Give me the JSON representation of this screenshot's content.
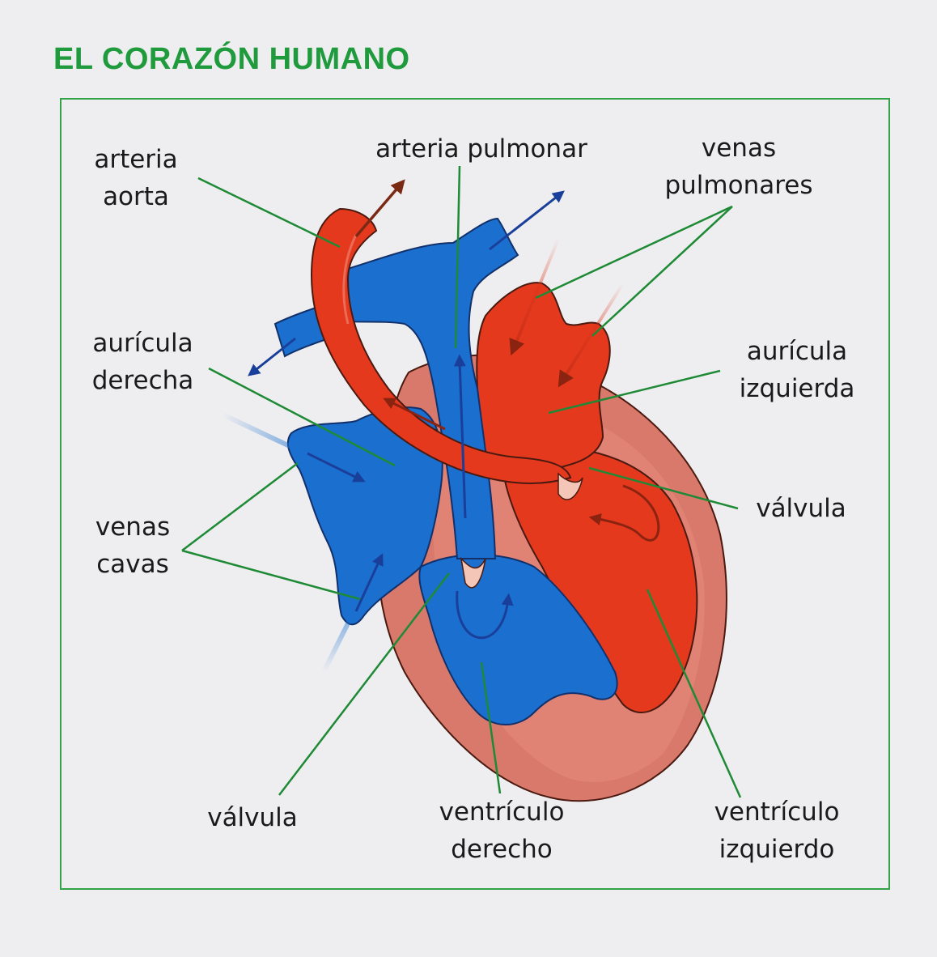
{
  "title": "EL CORAZÓN HUMANO",
  "colors": {
    "accent_green": "#1f9a3c",
    "oxygenated_red": "#e5391e",
    "deoxygenated_blue": "#1a6fcf",
    "heart_wall": "#d9796b",
    "leader_line": "#1e8a35"
  },
  "labels": {
    "arteria_aorta": [
      "arteria",
      "aorta"
    ],
    "arteria_pulmonar": [
      "arteria pulmonar"
    ],
    "venas_pulmonares": [
      "venas",
      "pulmonares"
    ],
    "auricula_derecha": [
      "aurícula",
      "derecha"
    ],
    "auricula_izquierda": [
      "aurícula",
      "izquierda"
    ],
    "valvula_derecha": [
      "válvula"
    ],
    "venas_cavas": [
      "venas",
      "cavas"
    ],
    "valvula_izquierda": [
      "válvula"
    ],
    "ventriculo_derecho": [
      "ventrículo",
      "derecho"
    ],
    "ventriculo_izquierdo": [
      "ventrículo",
      "izquierdo"
    ]
  }
}
